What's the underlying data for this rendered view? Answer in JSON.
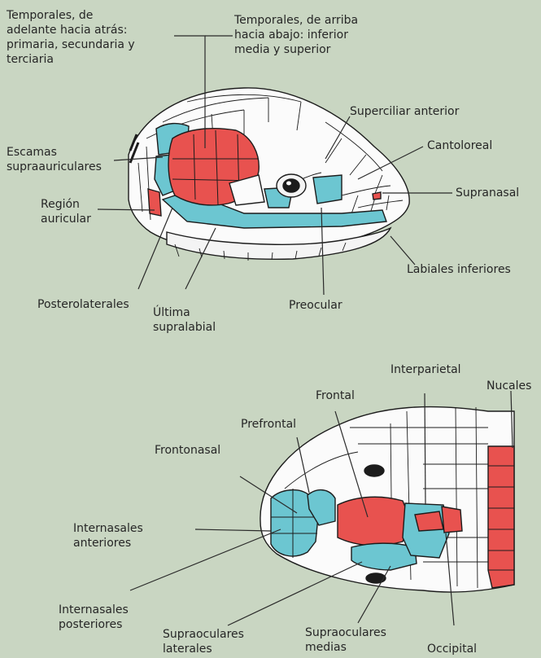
{
  "labels": {
    "temporales_frente": "Temporales, de\nadelante hacia atrás:\nprimaria, secundaria y\nterciaria",
    "temporales_arriba": "Temporales, de arriba\nhacia abajo: inferior\nmedia y superior",
    "superciliar": "Superciliar anterior",
    "cantoloreal": "Cantoloreal",
    "escamas": "Escamas\nsupraauriculares",
    "region": "Región\nauricular",
    "supranasal": "Supranasal",
    "labiales": "Labiales inferiores",
    "posterolaterales": "Posterolaterales",
    "ultima": "Última\nsupralabial",
    "preocular": "Preocular",
    "interparietal": "Interparietal",
    "nucales": "Nucales",
    "frontal": "Frontal",
    "prefrontal": "Prefrontal",
    "frontonasal": "Frontonasal",
    "internasales_ant": "Internasales\nanteriores",
    "internasales_post": "Internasales\nposteriores",
    "supraoculares_lat": "Supraoculares\nlaterales",
    "supraoculares_med": "Supraoculares\nmedias",
    "occipital": "Occipital"
  },
  "colors": {
    "background": "#c9d6c2",
    "red_scale": "#e8524f",
    "blue_scale": "#6cc6d1",
    "outline": "#1c1c1c",
    "leader": "#2a2a2a"
  }
}
